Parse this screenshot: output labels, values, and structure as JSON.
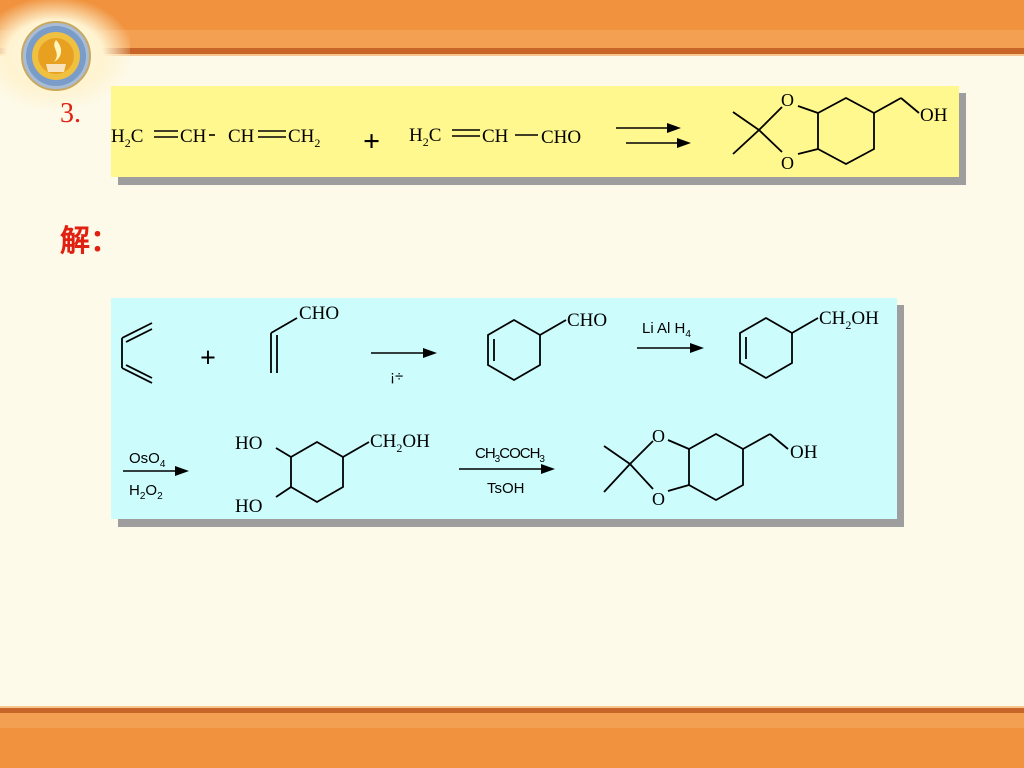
{
  "slide": {
    "question_number": "3.",
    "solution_label": "解：",
    "colors": {
      "accent_red": "#e02010",
      "band_orange": "#f0923e",
      "yellow_panel": "#fff88e",
      "cyan_panel": "#ccfcfc"
    }
  },
  "question": {
    "reactant1": {
      "p1": "H",
      "s1": "2",
      "p2": "C",
      "p3": "CH",
      "p4": "CH",
      "p5": "CH",
      "s2": "2"
    },
    "plus": "+",
    "reactant2": {
      "p1": "H",
      "s1": "2",
      "p2": "C",
      "p3": "CH",
      "p4": "CHO"
    },
    "product": {
      "o_top": "O",
      "o_bottom": "O",
      "oh": "OH"
    }
  },
  "solution": {
    "plus": "+",
    "aldehyde_label": "CHO",
    "step1_condition": "¡÷",
    "intermediate1_label": "CHO",
    "step2_reagent": {
      "t1": "Li Al H",
      "s1": "4"
    },
    "intermediate2_label": {
      "t1": "CH",
      "s1": "2",
      "t2": "OH"
    },
    "step3_reagent": {
      "t1": "OsO",
      "s1": "4"
    },
    "step3_reagent2": {
      "t1": "H",
      "s1": "2",
      "t2": "O",
      "s2": "2"
    },
    "diol_labels": {
      "ho_top": "HO",
      "ho_bottom": "HO",
      "t1": "CH",
      "s1": "2",
      "t2": "OH"
    },
    "step4_reagent": {
      "t1": "CH",
      "s1": "3",
      "t2": "COCH",
      "s2": "3"
    },
    "step4_catalyst": "TsOH",
    "final_product": {
      "o_top": "O",
      "o_bottom": "O",
      "oh": "OH"
    }
  }
}
